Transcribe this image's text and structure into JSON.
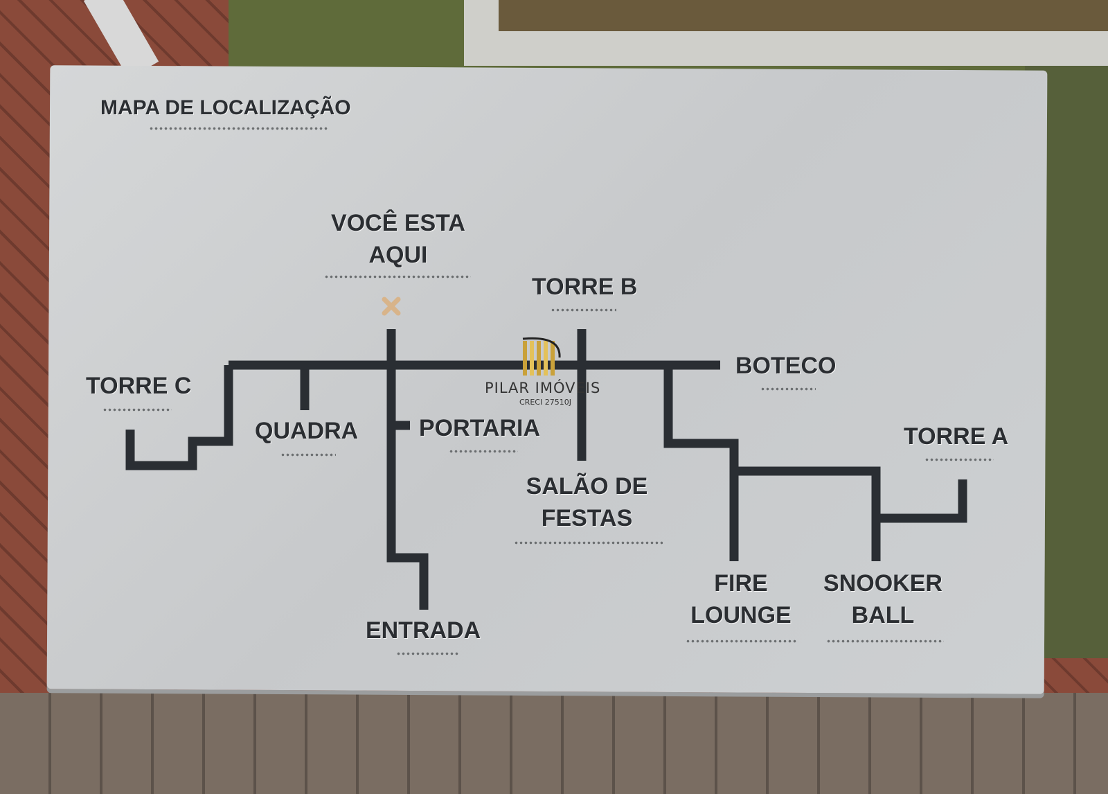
{
  "title": "MAPA DE LOCALIZAÇÃO",
  "you_are_here": "VOCÊ ESTA AQUI",
  "places": {
    "torre_b": "TORRE B",
    "torre_c": "TORRE C",
    "torre_a": "TORRE A",
    "boteco": "BOTECO",
    "quadra": "QUADRA",
    "portaria": "PORTARIA",
    "salao": "SALÃO DE FESTAS",
    "entrada": "ENTRADA",
    "fire_lounge": "FIRE LOUNGE",
    "snooker": "SNOOKER BALL"
  },
  "watermark": {
    "name": "PILAR IMÓVEIS",
    "creci": "CRECI 27510J"
  },
  "colors": {
    "path": "#2a2e33",
    "marker": "#d8b48a",
    "logo_gold": "#c9a13a"
  }
}
